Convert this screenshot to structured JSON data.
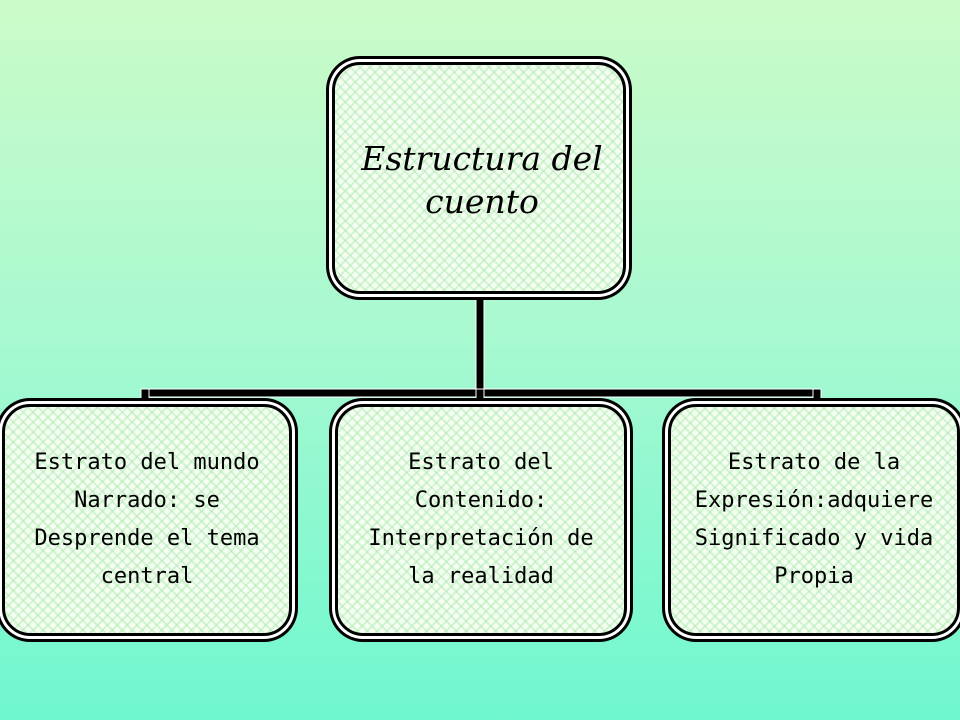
{
  "root": {
    "label": "Estructura del\ncuento"
  },
  "children": [
    {
      "label": "Estrato del mundo\nNarrado: se\nDesprende el tema\ncentral"
    },
    {
      "label": "Estrato del\nContenido:\nInterpretación de\nla realidad"
    },
    {
      "label": "Estrato de la\nExpresión:adquiere\nSignificado y vida\nPropia"
    }
  ],
  "colors": {
    "background_top": "#cbfbc8",
    "background_bottom": "#6ff7cf",
    "node_fill": "#f4fff2",
    "outline": "#000000"
  }
}
